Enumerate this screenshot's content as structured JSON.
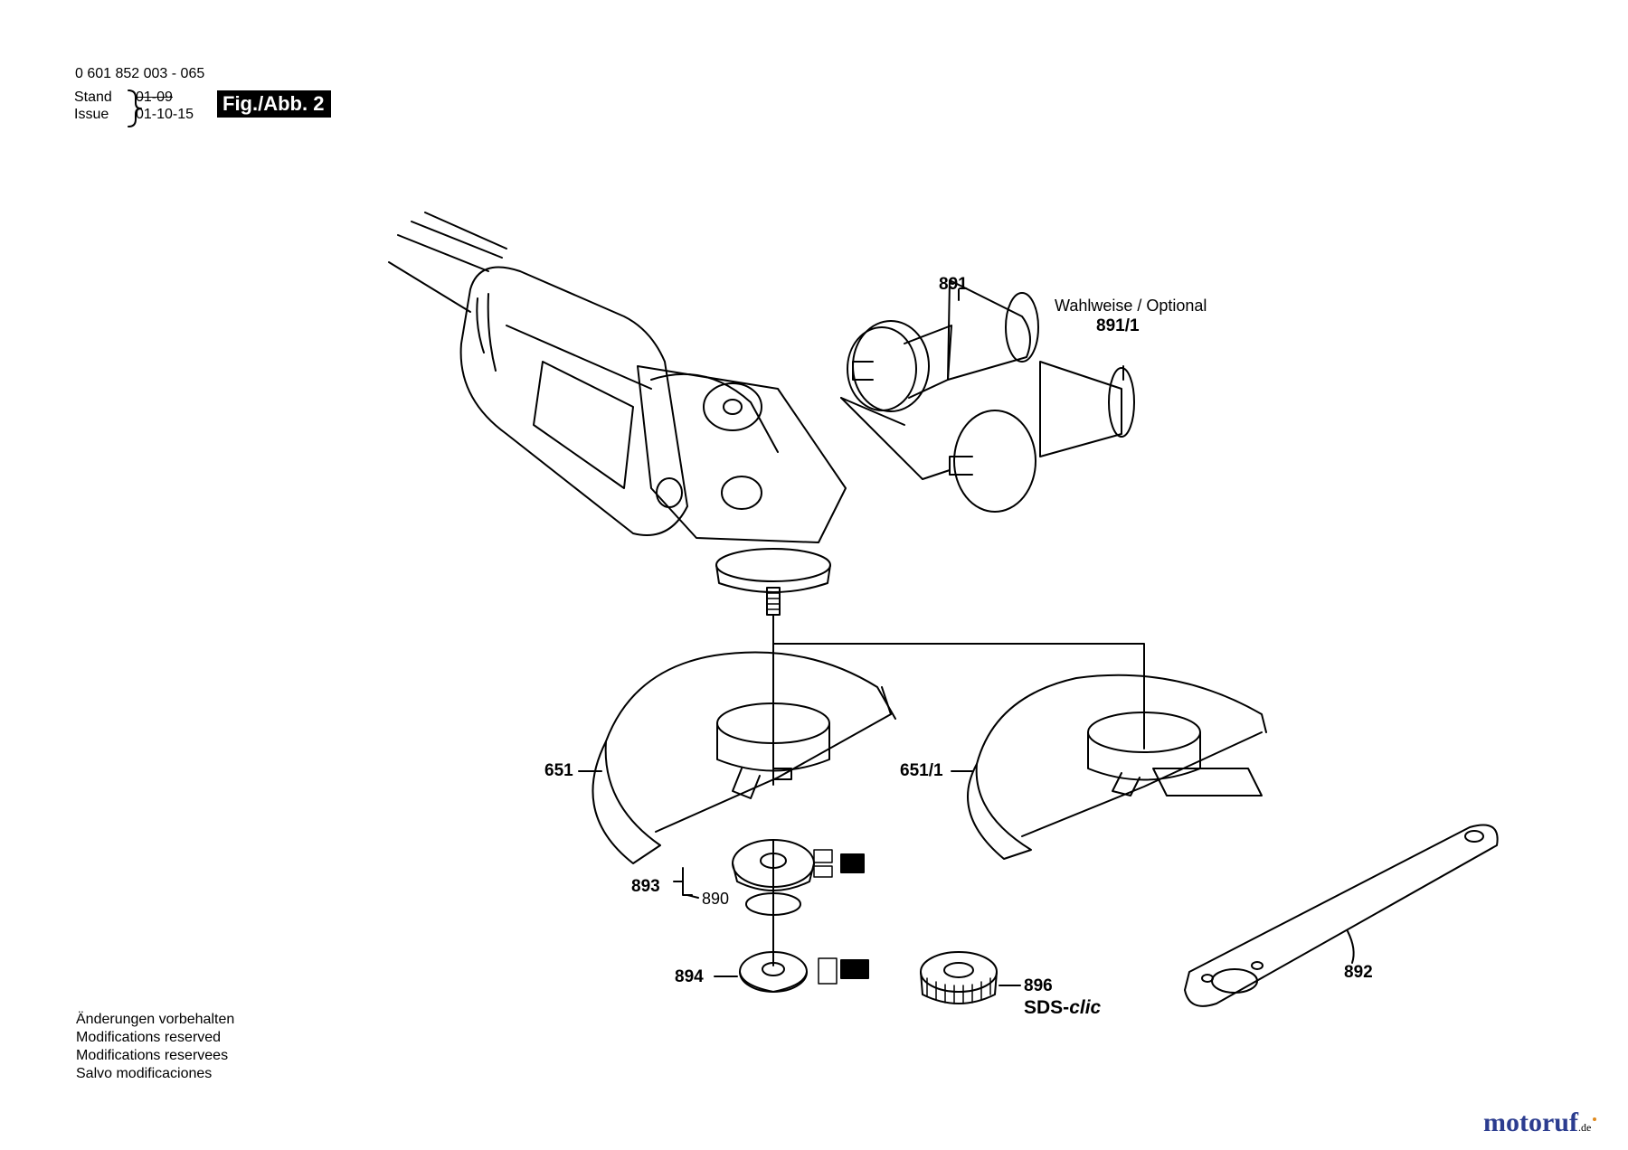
{
  "header": {
    "part_number": "0 601 852 003 - 065",
    "stand_label": "Stand",
    "issue_label": "Issue",
    "stand_value": "01-09",
    "issue_value": "01-10-15",
    "figure": "Fig./Abb. 2"
  },
  "labels": {
    "p891": "891",
    "optional": "Wahlweise / Optional",
    "p891_1": "891/1",
    "p651": "651",
    "p651_1": "651/1",
    "p893": "893",
    "p890": "890",
    "p894": "894",
    "p896": "896",
    "sds": "SDS-",
    "sds_clic": "clic",
    "p892": "892"
  },
  "notes": [
    "Änderungen vorbehalten",
    "Modifications reserved",
    "Modifications reservees",
    "Salvo modificaciones"
  ],
  "logo": {
    "main": "motoruf",
    "suffix": ".de",
    "color_main": "#2b3c8f",
    "color_accent": "#e08a1e"
  }
}
